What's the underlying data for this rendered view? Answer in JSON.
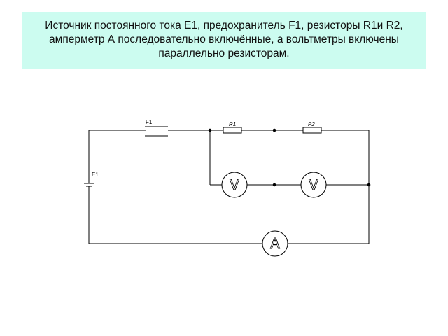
{
  "caption": {
    "lines": [
      "Источник постоянного тока E1, предохранитель F1, резисторы R1и R2,",
      "амперметр А  последовательно включённые, а вольтметры  включены",
      "параллельно резисторам."
    ]
  },
  "circuit": {
    "labels": {
      "fuse": "F1",
      "source": "E1",
      "resistor1": "R1",
      "resistor2": "P2"
    },
    "meters": {
      "voltmeter1": "V",
      "voltmeter2": "V",
      "ammeter": "A"
    }
  }
}
